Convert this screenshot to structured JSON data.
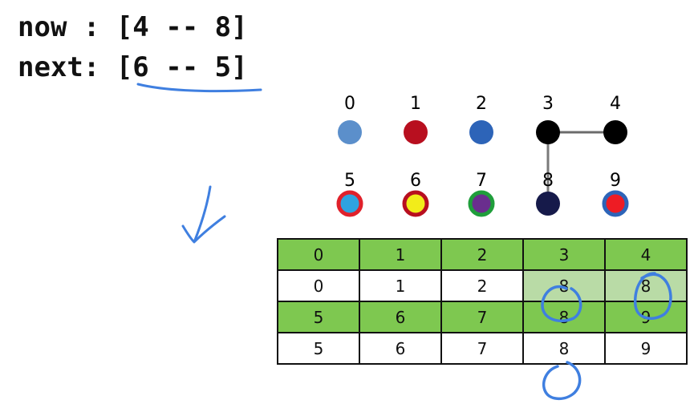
{
  "header": {
    "now_line": "now : [4 -- 8]",
    "next_line": "next: [6 -- 5]"
  },
  "graph": {
    "nodes": [
      {
        "label": "0",
        "fill": "#5b8fcb",
        "ring": null
      },
      {
        "label": "1",
        "fill": "#b80f1f",
        "ring": null
      },
      {
        "label": "2",
        "fill": "#2d64b8",
        "ring": null
      },
      {
        "label": "3",
        "fill": "#000000",
        "ring": null
      },
      {
        "label": "4",
        "fill": "#000000",
        "ring": null
      },
      {
        "label": "5",
        "fill": "#2fa3e0",
        "ring": "#e0212b"
      },
      {
        "label": "6",
        "fill": "#f2ec1a",
        "ring": "#b80f1f"
      },
      {
        "label": "7",
        "fill": "#6a2e8e",
        "ring": "#1f9e3b"
      },
      {
        "label": "8",
        "fill": "#161a4a",
        "ring": null
      },
      {
        "label": "9",
        "fill": "#ee1c24",
        "ring": "#2d64b8"
      }
    ],
    "edges": [
      [
        "3",
        "4"
      ],
      [
        "3",
        "8"
      ]
    ]
  },
  "table": {
    "rows": [
      {
        "style": "green",
        "cells": [
          "0",
          "1",
          "2",
          "3",
          "4"
        ]
      },
      {
        "style": "white",
        "cells": [
          "0",
          "1",
          "2",
          "8",
          "8"
        ],
        "highlight": [
          3,
          4
        ]
      },
      {
        "style": "green",
        "cells": [
          "5",
          "6",
          "7",
          "8",
          "9"
        ]
      },
      {
        "style": "white",
        "cells": [
          "5",
          "6",
          "7",
          "8",
          "9"
        ]
      }
    ]
  },
  "colors": {
    "ink": "#3f7fe0",
    "table_green": "#7ec850",
    "table_light_green": "#b9dba6"
  }
}
